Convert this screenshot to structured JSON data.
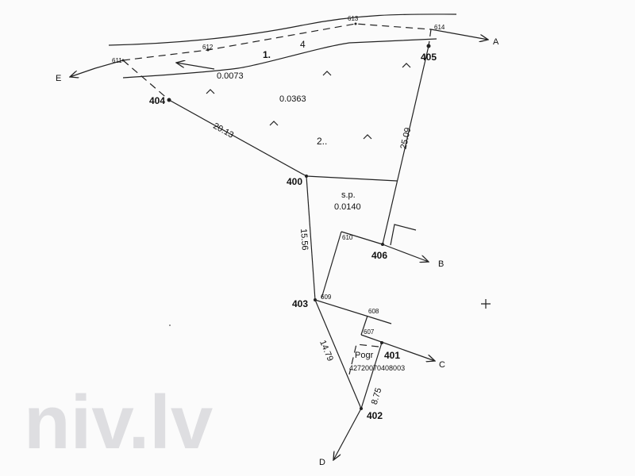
{
  "watermark": "niv.lv",
  "directions": {
    "A": "A",
    "B": "B",
    "C": "C",
    "D": "D",
    "E": "E"
  },
  "points": {
    "p400": "400",
    "p401": "401",
    "p402": "402",
    "p403": "403",
    "p404": "404",
    "p405": "405",
    "p406": "406"
  },
  "minor_points": {
    "p607": "607",
    "p608": "608",
    "p609": "609",
    "p610": "610",
    "p611": "611",
    "p612": "612",
    "p613": "613",
    "p614": "614"
  },
  "distances": {
    "d404_400": "20.13",
    "d405_406": "25.09",
    "d400_403": "15.56",
    "d403_402": "14.79",
    "d401_402": "8.75"
  },
  "parcels": {
    "parcel1": "1.",
    "parcel1_num": "4",
    "parcel1_area": "0.0073",
    "parcel2": "2..",
    "parcel2_area": "0.0363",
    "sp_label": "s.p.",
    "sp_area": "0.0140"
  },
  "pogr": {
    "label": "Pogr",
    "code": "42720070408003"
  }
}
